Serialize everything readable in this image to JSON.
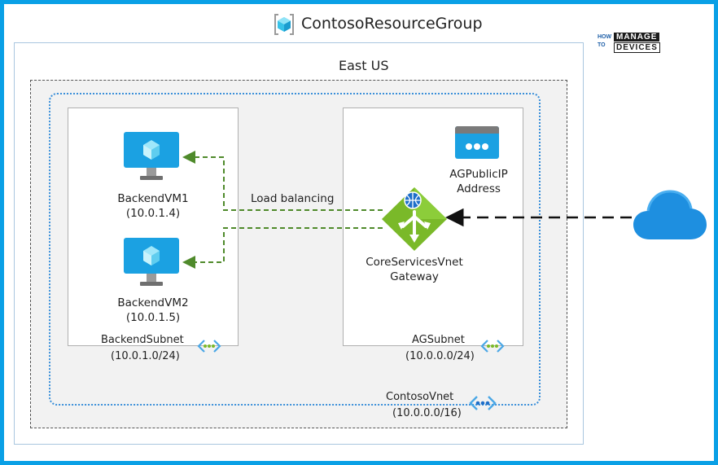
{
  "resource_group": {
    "title": "ContosoResourceGroup",
    "icon": "resource-group-icon"
  },
  "region": {
    "label": "East US"
  },
  "vnet": {
    "name": "ContosoVnet",
    "cidr": "(10.0.0.0/16)",
    "icon": "virtual-network-icon"
  },
  "backend_subnet": {
    "name": "BackendSubnet",
    "cidr": "(10.0.1.0/24)",
    "vms": [
      {
        "name": "BackendVM1",
        "ip": "(10.0.1.4)",
        "icon": "virtual-machine-icon"
      },
      {
        "name": "BackendVM2",
        "ip": "(10.0.1.5)",
        "icon": "virtual-machine-icon"
      }
    ]
  },
  "ag_subnet": {
    "name": "AGSubnet",
    "cidr": "(10.0.0.0/24)",
    "public_ip": {
      "line1": "AGPublicIP",
      "line2": "Address",
      "icon": "public-ip-icon"
    },
    "gateway": {
      "line1": "CoreServicesVnet",
      "line2": "Gateway",
      "icon": "application-gateway-icon"
    }
  },
  "connection": {
    "label": "Load balancing"
  },
  "internet": {
    "icon": "cloud-icon"
  },
  "watermark": {
    "line1": "HOW",
    "line2": "TO",
    "word1": "MANAGE",
    "word2": "DEVICES"
  },
  "colors": {
    "frame": "#0aa0e6",
    "vnet_border": "#3a8fd9",
    "arrow_green": "#4f8a2b",
    "gateway_green": "#7ab929",
    "vm_blue": "#1ba1e2",
    "cloud_blue": "#1e8fe0"
  }
}
